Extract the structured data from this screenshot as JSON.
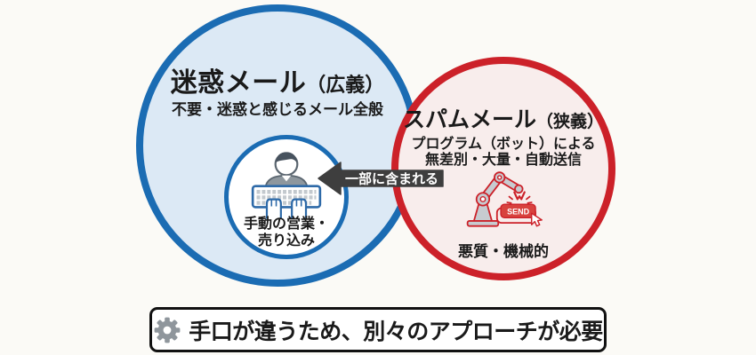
{
  "colors": {
    "background": "#fbfaf6",
    "broad_border": "#1b6cb3",
    "broad_fill": "#dce9f5",
    "narrow_border": "#cc2129",
    "narrow_fill": "#f8edec",
    "arrow_fill": "#3e3e3e",
    "banner_border": "#111111"
  },
  "broad_circle": {
    "title": "迷惑メール",
    "title_suffix": "（広義）",
    "subtitle": "不要・迷惑と感じるメール全般",
    "inner_circle": {
      "icon": "person-typing-icon",
      "label_line1": "手動の営業・",
      "label_line2": "売り込み"
    }
  },
  "narrow_circle": {
    "title": "スパムメール",
    "title_suffix": "（狭義）",
    "subtitle_line1": "プログラム（ボット）による",
    "subtitle_line2": "無差別・大量・自動送信",
    "icon": "robot-arm-icon",
    "send_button_label": "SEND",
    "caption": "悪質・機械的"
  },
  "overlap_arrow": {
    "label": "一部に含まれる"
  },
  "banner": {
    "icon": "gear-icon",
    "text": "手口が違うため、別々のアプローチが必要"
  }
}
